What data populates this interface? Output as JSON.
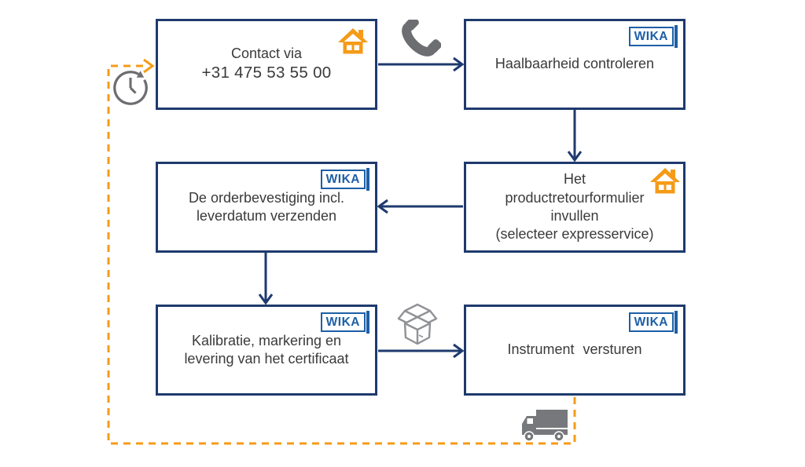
{
  "logo": {
    "text": "WIKA"
  },
  "boxes": [
    {
      "id": "contact",
      "badge": "home-icon",
      "lines": [
        "Contact via",
        "+31 475 53 55 00"
      ]
    },
    {
      "id": "feasibility",
      "badge": "wika-logo",
      "lines": [
        "Haalbaarheid controleren"
      ]
    },
    {
      "id": "return-form",
      "badge": "home-icon",
      "lines": [
        "Het",
        "productretourformulier",
        "invullen",
        "(selecteer expresservice)"
      ]
    },
    {
      "id": "order-confirmation",
      "badge": "wika-logo",
      "lines": [
        "De orderbevestiging incl.",
        "leverdatum verzenden"
      ]
    },
    {
      "id": "calibration",
      "badge": "wika-logo",
      "lines": [
        "Kalibratie, markering en",
        "levering van het certificaat"
      ]
    },
    {
      "id": "ship",
      "badge": "wika-logo",
      "lines": [
        "Instrument versturen"
      ]
    }
  ],
  "icons": {
    "phone": "phone-handset-icon",
    "package": "open-box-icon",
    "clock": "processing-time-icon",
    "truck": "delivery-truck-icon",
    "house": "home-icon"
  },
  "colors": {
    "navy": "#1e3a6e",
    "wika_blue": "#1d5fa7",
    "orange": "#f59b18",
    "icon_gray": "#6d6e71",
    "package_gray": "#909295",
    "text": "#3a3a3a"
  }
}
